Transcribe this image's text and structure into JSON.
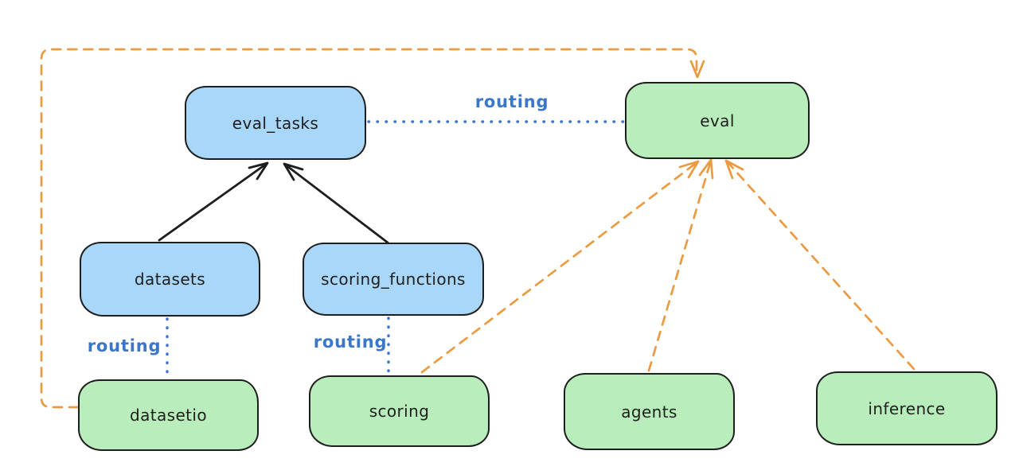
{
  "palette": {
    "background": "#ffffff",
    "node_stroke": "#1e1e1e",
    "blue_node_fill": "#a9d7f9",
    "green_node_fill": "#b9eebc",
    "routing_label_blue": "#3a77c9",
    "orange_dashed_arrow": "#ea9b41",
    "black_solid_arrow": "#1e1e1e"
  },
  "nodes": {
    "eval_tasks": {
      "label": "eval_tasks",
      "color": "blue"
    },
    "eval": {
      "label": "eval",
      "color": "green"
    },
    "datasets": {
      "label": "datasets",
      "color": "blue"
    },
    "scoring_functions": {
      "label": "scoring_functions",
      "color": "blue"
    },
    "datasetio": {
      "label": "datasetio",
      "color": "green"
    },
    "scoring": {
      "label": "scoring",
      "color": "green"
    },
    "agents": {
      "label": "agents",
      "color": "green"
    },
    "inference": {
      "label": "inference",
      "color": "green"
    }
  },
  "edge_labels": {
    "eval_tasks_to_eval": "routing",
    "datasets_to_datasetio": "routing",
    "scoring_functions_to_scoring": "routing"
  },
  "connections": [
    {
      "from": "datasets",
      "to": "eval_tasks",
      "style": "solid-black-arrow"
    },
    {
      "from": "scoring_functions",
      "to": "eval_tasks",
      "style": "solid-black-arrow"
    },
    {
      "from": "eval_tasks",
      "to": "eval",
      "style": "dotted-blue-line",
      "label": "routing"
    },
    {
      "from": "datasets",
      "to": "datasetio",
      "style": "dotted-blue-line",
      "label": "routing"
    },
    {
      "from": "scoring_functions",
      "to": "scoring",
      "style": "dotted-blue-line",
      "label": "routing"
    },
    {
      "from": "datasetio",
      "to": "eval",
      "style": "dashed-orange-arrow"
    },
    {
      "from": "scoring",
      "to": "eval",
      "style": "dashed-orange-arrow"
    },
    {
      "from": "agents",
      "to": "eval",
      "style": "dashed-orange-arrow"
    },
    {
      "from": "inference",
      "to": "eval",
      "style": "dashed-orange-arrow"
    }
  ]
}
